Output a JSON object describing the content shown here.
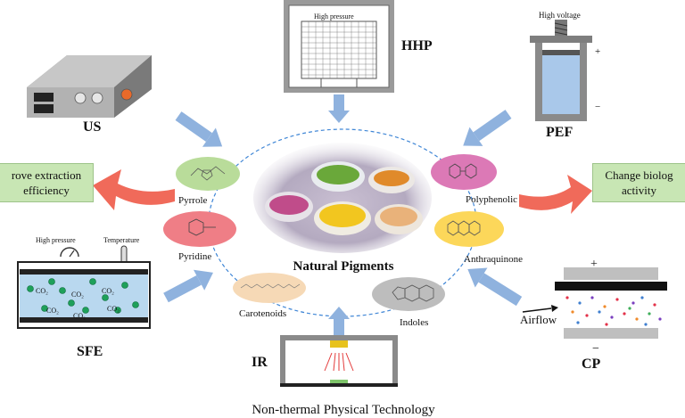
{
  "center": {
    "title": "Natural Pigments"
  },
  "techniques": {
    "us": "US",
    "hhp": "HHP",
    "pef": "PEF",
    "sfe": "SFE",
    "ir": "IR",
    "cp": "CP"
  },
  "hhp_device": {
    "label": "High pressure"
  },
  "pef_device": {
    "label": "High voltage",
    "plus": "+",
    "minus": "−"
  },
  "sfe_device": {
    "pressure_label": "High pressure",
    "temperature_label": "Temperature",
    "co2": "CO₂"
  },
  "cp_device": {
    "plus": "+",
    "minus": "−",
    "airflow": "Airflow"
  },
  "pigments": {
    "pyrrole": "Pyrrole",
    "pyridine": "Pyridine",
    "carotenoids": "Carotenoids",
    "indoles": "Indoles",
    "polyphenolic": "Polyphenolic",
    "anthraquinone": "Anthraquinone"
  },
  "effects": {
    "left_line1": "rove extraction",
    "left_line2": "efficiency",
    "right_line1": "Change biolog",
    "right_line2": "activity"
  },
  "footer": {
    "caption": "Non-thermal Physical Technology"
  },
  "colors": {
    "arrow_blue": "#8fb2de",
    "arrow_red": "#f06a5a",
    "effect_green": "#c8e6b4",
    "pef_liquid": "#a9c8ea",
    "sfe_liquid": "#b9d8ef",
    "pyrrole": "#b9dc9a",
    "pyridine": "#ef7e86",
    "carotenoids": "#f6d9b6",
    "indoles": "#bdbdbd",
    "polyphenolic": "#dc79b6",
    "anthraquinone": "#fcd75a"
  }
}
